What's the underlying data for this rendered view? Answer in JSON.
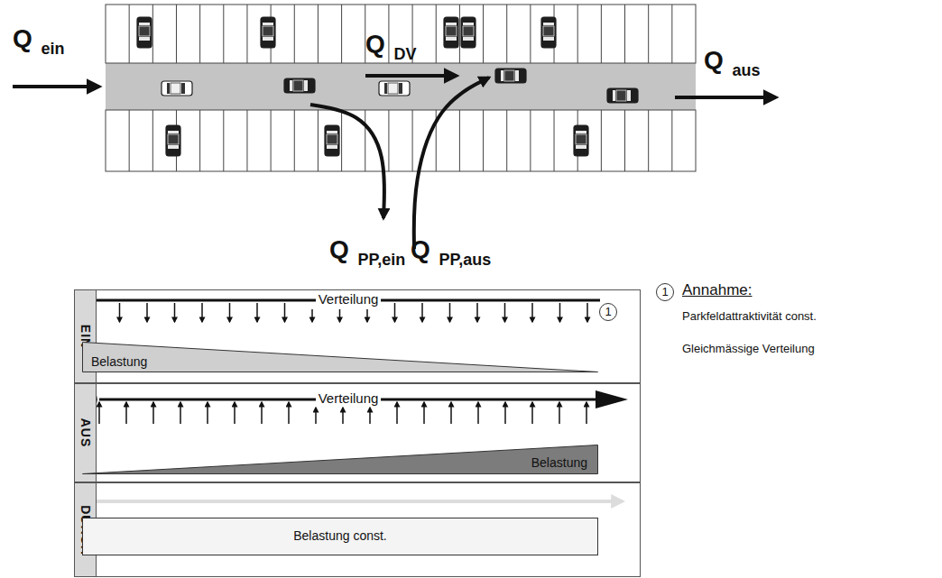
{
  "diagram": {
    "nodes": [
      {
        "text": [
          "EIN"
        ]
      },
      {
        "text": [
          "Belastung"
        ],
        "in": 0
      },
      {
        "text": [
          "AUS"
        ]
      },
      {
        "text": [
          "Belastung"
        ],
        "in": 2
      },
      {
        "text": [
          "DURCH"
        ]
      },
      {
        "text": [
          "Belastung const."
        ],
        "in": 4
      }
    ],
    "labels": [
      "Q ein",
      "Q DV",
      "Q aus",
      "Q PP,ein",
      "Q PP,aus",
      "Verteilung",
      "1",
      "Verteilung",
      "1",
      "1",
      "Annahme:",
      "Parkfeldattraktivität const.",
      "Gleichmässige Verteilung"
    ]
  }
}
